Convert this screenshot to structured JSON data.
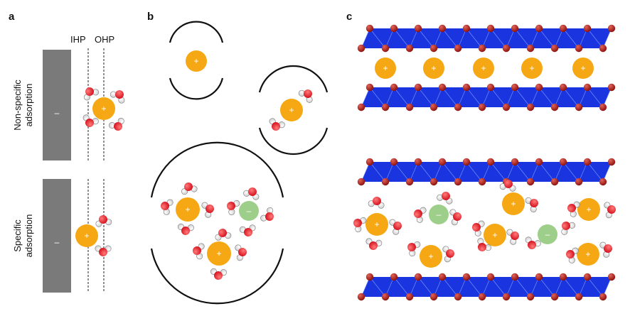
{
  "panels": {
    "a": "a",
    "b": "b",
    "c": "c"
  },
  "panel_a": {
    "ihp": "IHP",
    "ohp": "OHP",
    "rows": [
      {
        "label_line1": "Non-specific",
        "label_line2": "adsorption",
        "electrode_sign": "–"
      },
      {
        "label_line1": "Specific",
        "label_line2": "adsorption",
        "electrode_sign": "–"
      }
    ]
  },
  "signs": {
    "cation": "+",
    "anion": "–"
  },
  "colors": {
    "cation": "#f5a814",
    "anion": "#9dce8a",
    "oxygen": "#e3202a",
    "hydrogen": "#f2f2f2",
    "electrode": "#7a7a7a",
    "layer_blue": "#1a35e0",
    "layer_atom": "#a8150f"
  },
  "icons": [
    "cation-icon",
    "anion-icon",
    "water-molecule-icon",
    "hydration-shell-icon",
    "oxide-layer-icon"
  ]
}
